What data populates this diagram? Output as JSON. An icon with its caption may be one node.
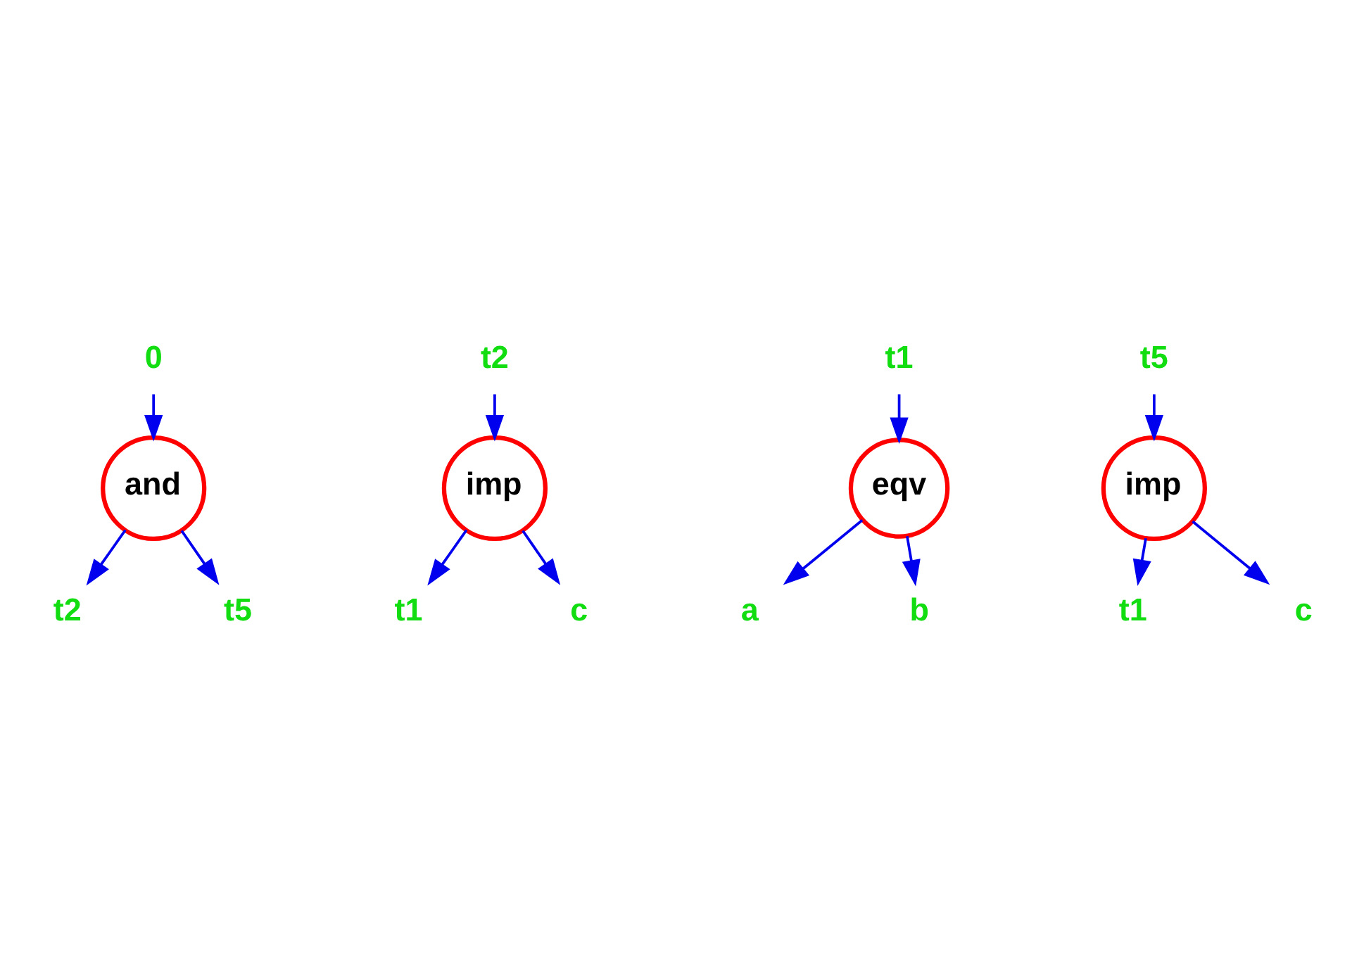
{
  "diagram": {
    "nodes": [
      {
        "text": [
          "0"
        ]
      },
      {
        "text": [
          "and"
        ]
      },
      {
        "text": [
          "t2"
        ]
      },
      {
        "text": [
          "t5"
        ]
      },
      {
        "text": [
          "t2"
        ]
      },
      {
        "text": [
          "imp"
        ]
      },
      {
        "text": [
          "t1"
        ]
      },
      {
        "text": [
          "c"
        ]
      },
      {
        "text": [
          "t1"
        ]
      },
      {
        "text": [
          "eqv"
        ]
      },
      {
        "text": [
          "a"
        ]
      },
      {
        "text": [
          "b"
        ]
      },
      {
        "text": [
          "t5"
        ]
      },
      {
        "text": [
          "imp"
        ]
      },
      {
        "text": [
          "t1"
        ]
      },
      {
        "text": [
          "c"
        ]
      }
    ],
    "edges": [
      {
        "from": 0,
        "to": 1,
        "arrow": "to"
      },
      {
        "from": 1,
        "to": 2,
        "arrow": "to"
      },
      {
        "from": 1,
        "to": 3,
        "arrow": "to"
      },
      {
        "from": 4,
        "to": 5,
        "arrow": "to"
      },
      {
        "from": 5,
        "to": 6,
        "arrow": "to"
      },
      {
        "from": 5,
        "to": 7,
        "arrow": "to"
      },
      {
        "from": 8,
        "to": 9,
        "arrow": "to"
      },
      {
        "from": 9,
        "to": 10,
        "arrow": "to"
      },
      {
        "from": 9,
        "to": 11,
        "arrow": "to"
      },
      {
        "from": 12,
        "to": 13,
        "arrow": "to"
      },
      {
        "from": 13,
        "to": 14,
        "arrow": "to"
      },
      {
        "from": 13,
        "to": 15,
        "arrow": "to"
      }
    ]
  }
}
